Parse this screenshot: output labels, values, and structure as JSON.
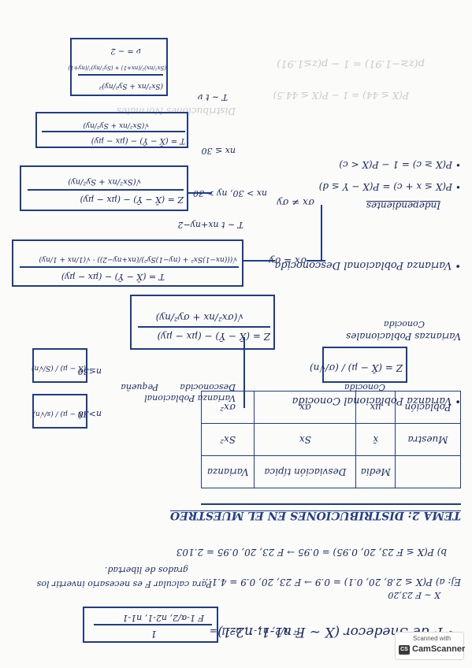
{
  "notes": {
    "f_snedecor": "• F de Snedecor (X ~ F n1-1, n2-1)",
    "f_snedecor_lhs": "F α/2, n1-1, n2-1 =",
    "f_snedecor_num": "1",
    "f_snedecor_den": "F 1-α/2, n2-1, n1-1",
    "example_dist": "X ~ F 23,20",
    "example_a": "Ej: a) P(X ≤ 2.8, 20, 0.1) = 0.9 → F 23, 20, 0.9 = 4.1...",
    "example_b": "b) P(X ≤ F 23, 20, 0.95) = 0.95 → F 23, 20, 0.95 = 2.103",
    "example_note_1": "Para calcular F es necesario invertir los",
    "example_note_2": "grados de libertad.",
    "tema_title": "TEMA 2: DISTRIBUCIONES EN EL MUESTREO",
    "var_desconocida": "• Varianza Poblacional Desconocida",
    "var_conocida": "• Varianza Poblacional Conocida",
    "var_poblacional": "Varianza Poblacional",
    "conocida": "Conocida",
    "desconocida": "Desconocida",
    "pequena": "Pequeña",
    "grande": "n>30",
    "n30": "n≤30",
    "z_mean": "Z = (X̄ − μ) / (σ/√n)",
    "t_mean_small": "(X̄ − μ) / (S/√n)",
    "t_mean_large": "(X̄ − μ) / (s/√n)",
    "z_two": "Z = (X̄ − Ȳ) − (μx − μy)",
    "z_two_den": "√(σx²/nx + σy²/ny)",
    "varianzas": "Varianzas Poblacionales",
    "t_pooled": "T = (X̄ − Ȳ) − (μx − μy)",
    "t_pooled_den": "√(((nx−1)Sx² + (ny−1)Sy²)/(nx+ny−2)) · √(1/nx + 1/ny)",
    "sigma_eq": "σx = σy",
    "sigma_neq": "σx ≠ σy",
    "n_large": "nx > 30, ny > 30",
    "z_unequal": "Z = (X̄ − Ȳ) − (μx − μy)",
    "z_unequal_den": "√(Sx²/nx + Sy²/ny)",
    "n_small_t": "T ~ t nx+ny−2",
    "nx_le": "nx ≤ 30",
    "t_unequal": "T = (X̄ − Ȳ) − (μx − μy)",
    "t_unequal_den": "√(Sx²/nx + Sy²/ny)",
    "t_sim": "T ~ t ν",
    "welch_den": "(Sx²/nx)²/(nx+1) + (Sy²/ny)²/(ny+1)",
    "welch_num": "(Sx²/nx + Sy²/ny)²",
    "welch_lhs": "ν = − 2",
    "prob_1": "• P(X ≤ x + c) = P(X − Y ≤ d)",
    "prob_2": "• P(X ≥ c) = 1 − P(X < c)",
    "independientes": "Independientes"
  },
  "table": {
    "headers": [
      "",
      "Media",
      "Desviación típica",
      "Varianza"
    ],
    "rows": [
      [
        "Población",
        "μx",
        "σx",
        "σx²"
      ],
      [
        "Muestra",
        "x̄",
        "Sx",
        "Sx²"
      ]
    ]
  },
  "scanner": {
    "caption": "Scanned with",
    "name": "CamScanner",
    "logo_text": "CS"
  },
  "colors": {
    "ink": "#1b2a63",
    "box_border": "#1f3c8a",
    "paper": "#fbfbf9"
  }
}
